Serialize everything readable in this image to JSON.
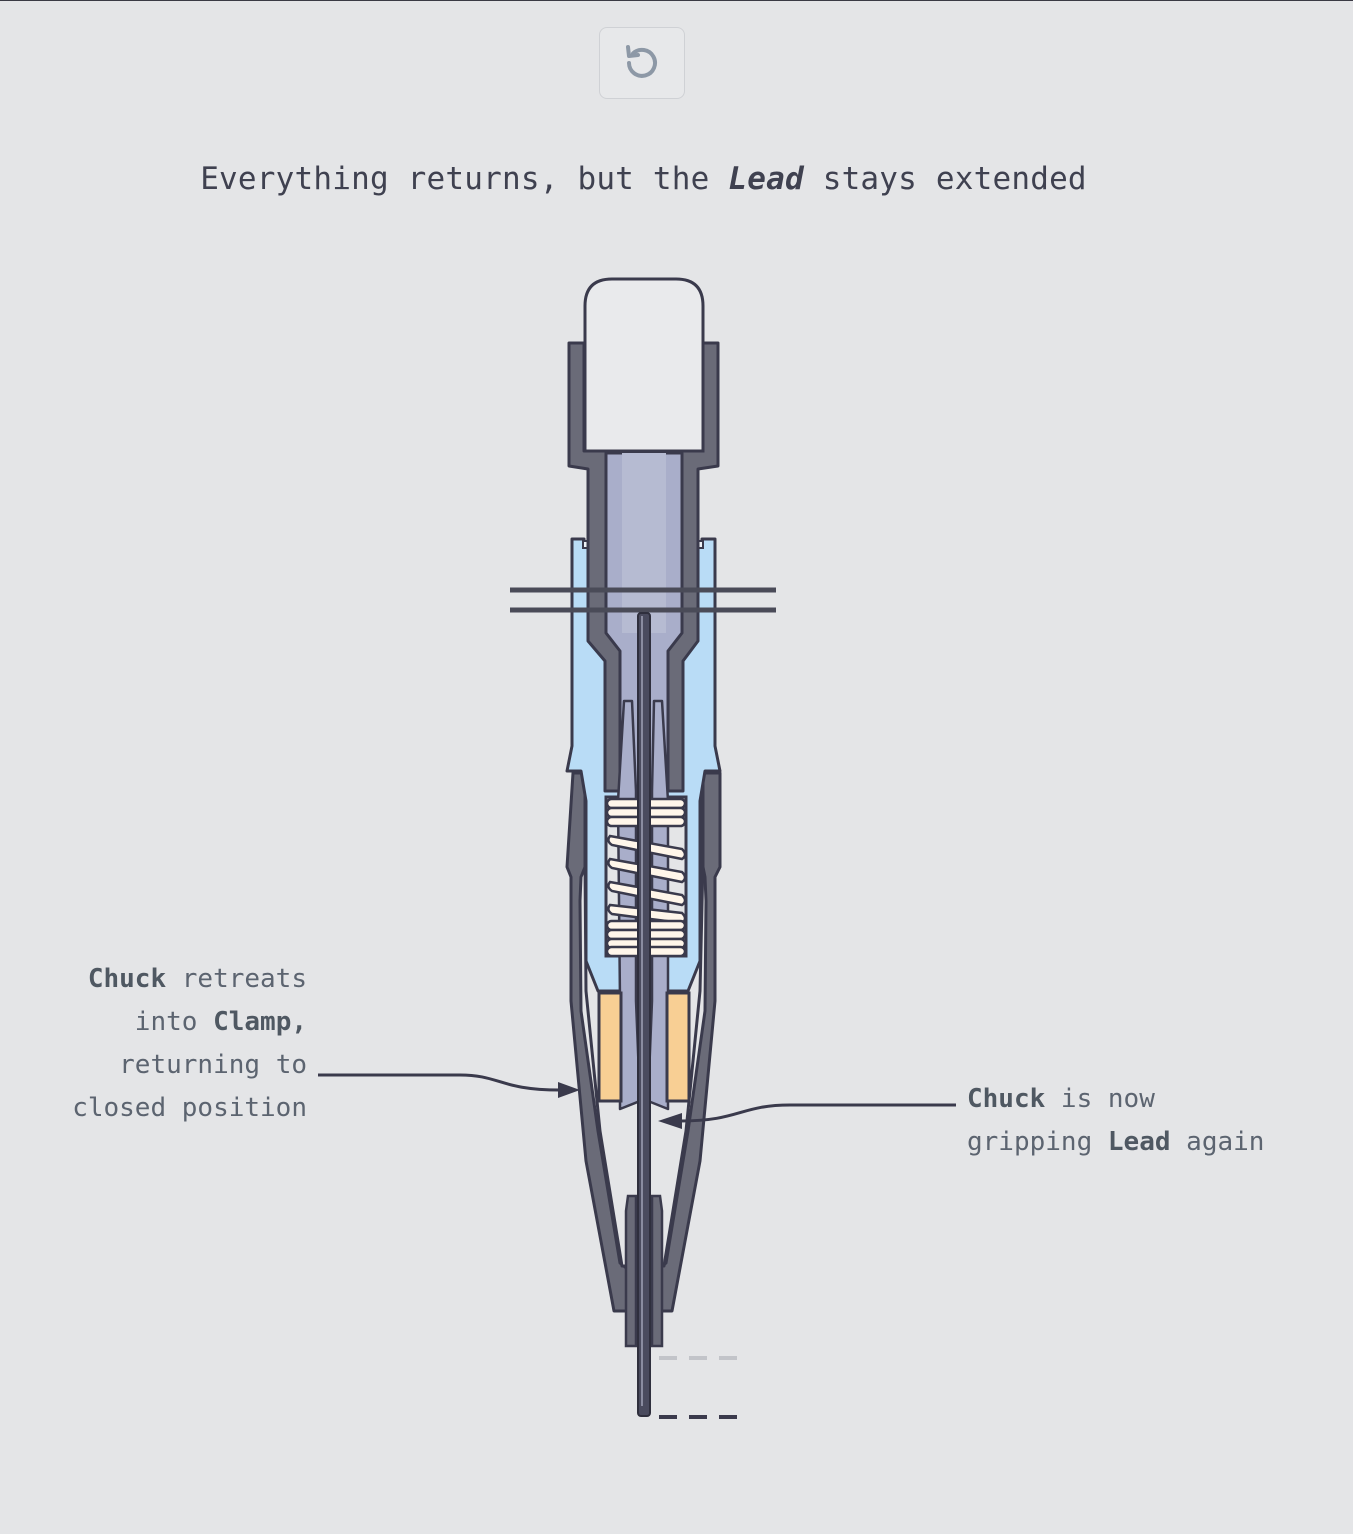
{
  "controls": {
    "reset_icon": "reset-icon"
  },
  "caption": {
    "pre": "Everything returns, but the ",
    "emphasis": "Lead",
    "post": " stays extended"
  },
  "annotations": {
    "left": {
      "part1": "Chuck",
      "part2": " retreats",
      "part3": "into ",
      "part4": "Clamp,",
      "part5": "returning to",
      "part6": "closed position"
    },
    "right": {
      "part1": "Chuck",
      "part2": " is now",
      "part3": "gripping ",
      "part4": "Lead",
      "part5": " again"
    }
  },
  "colors": {
    "background": "#e4e5e7",
    "outline": "#3a3a4c",
    "body_dark": "#6a6b78",
    "sleeve_blue": "#b9dcf6",
    "chuck_gray": "#a9aeca",
    "clamp_orange": "#f8cf94",
    "spring": "#fff6ea",
    "cap": "#e9eaec"
  }
}
